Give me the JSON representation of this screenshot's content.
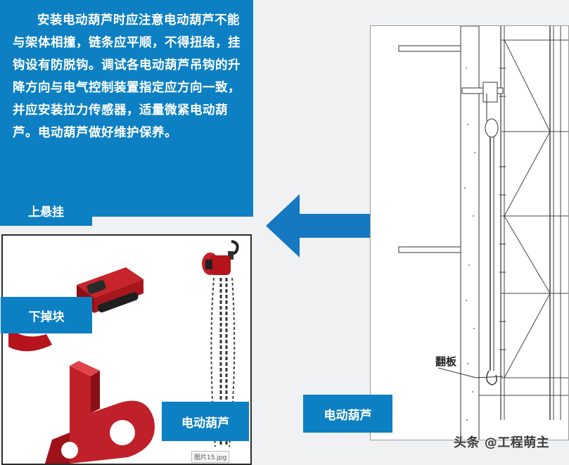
{
  "description_text": "安装电动葫芦时应注意电动葫芦不能与架体相撞，链条应平顺，不得扭结，挂钩设有防脱钩。调试各电动葫芦吊钩的升降方向与电气控制装置指定应方向一致，并应安装拉力传感器，适量微紧电动葫芦。电动葫芦做好维护保养。",
  "labels": {
    "upper_hanger": "上悬挂",
    "lower_block": "下掉块",
    "hoist_photo": "电动葫芦",
    "hoist_drawing": "电动葫芦",
    "flip_plate": "翻板"
  },
  "photo_caption": "图片15.jpg",
  "watermark": "头条 @工程萌主",
  "colors": {
    "accent_blue": "#0d80c3",
    "arrow_blue": "#1479c0",
    "part_red": "#b5141c",
    "background": "#f0f1f3"
  }
}
